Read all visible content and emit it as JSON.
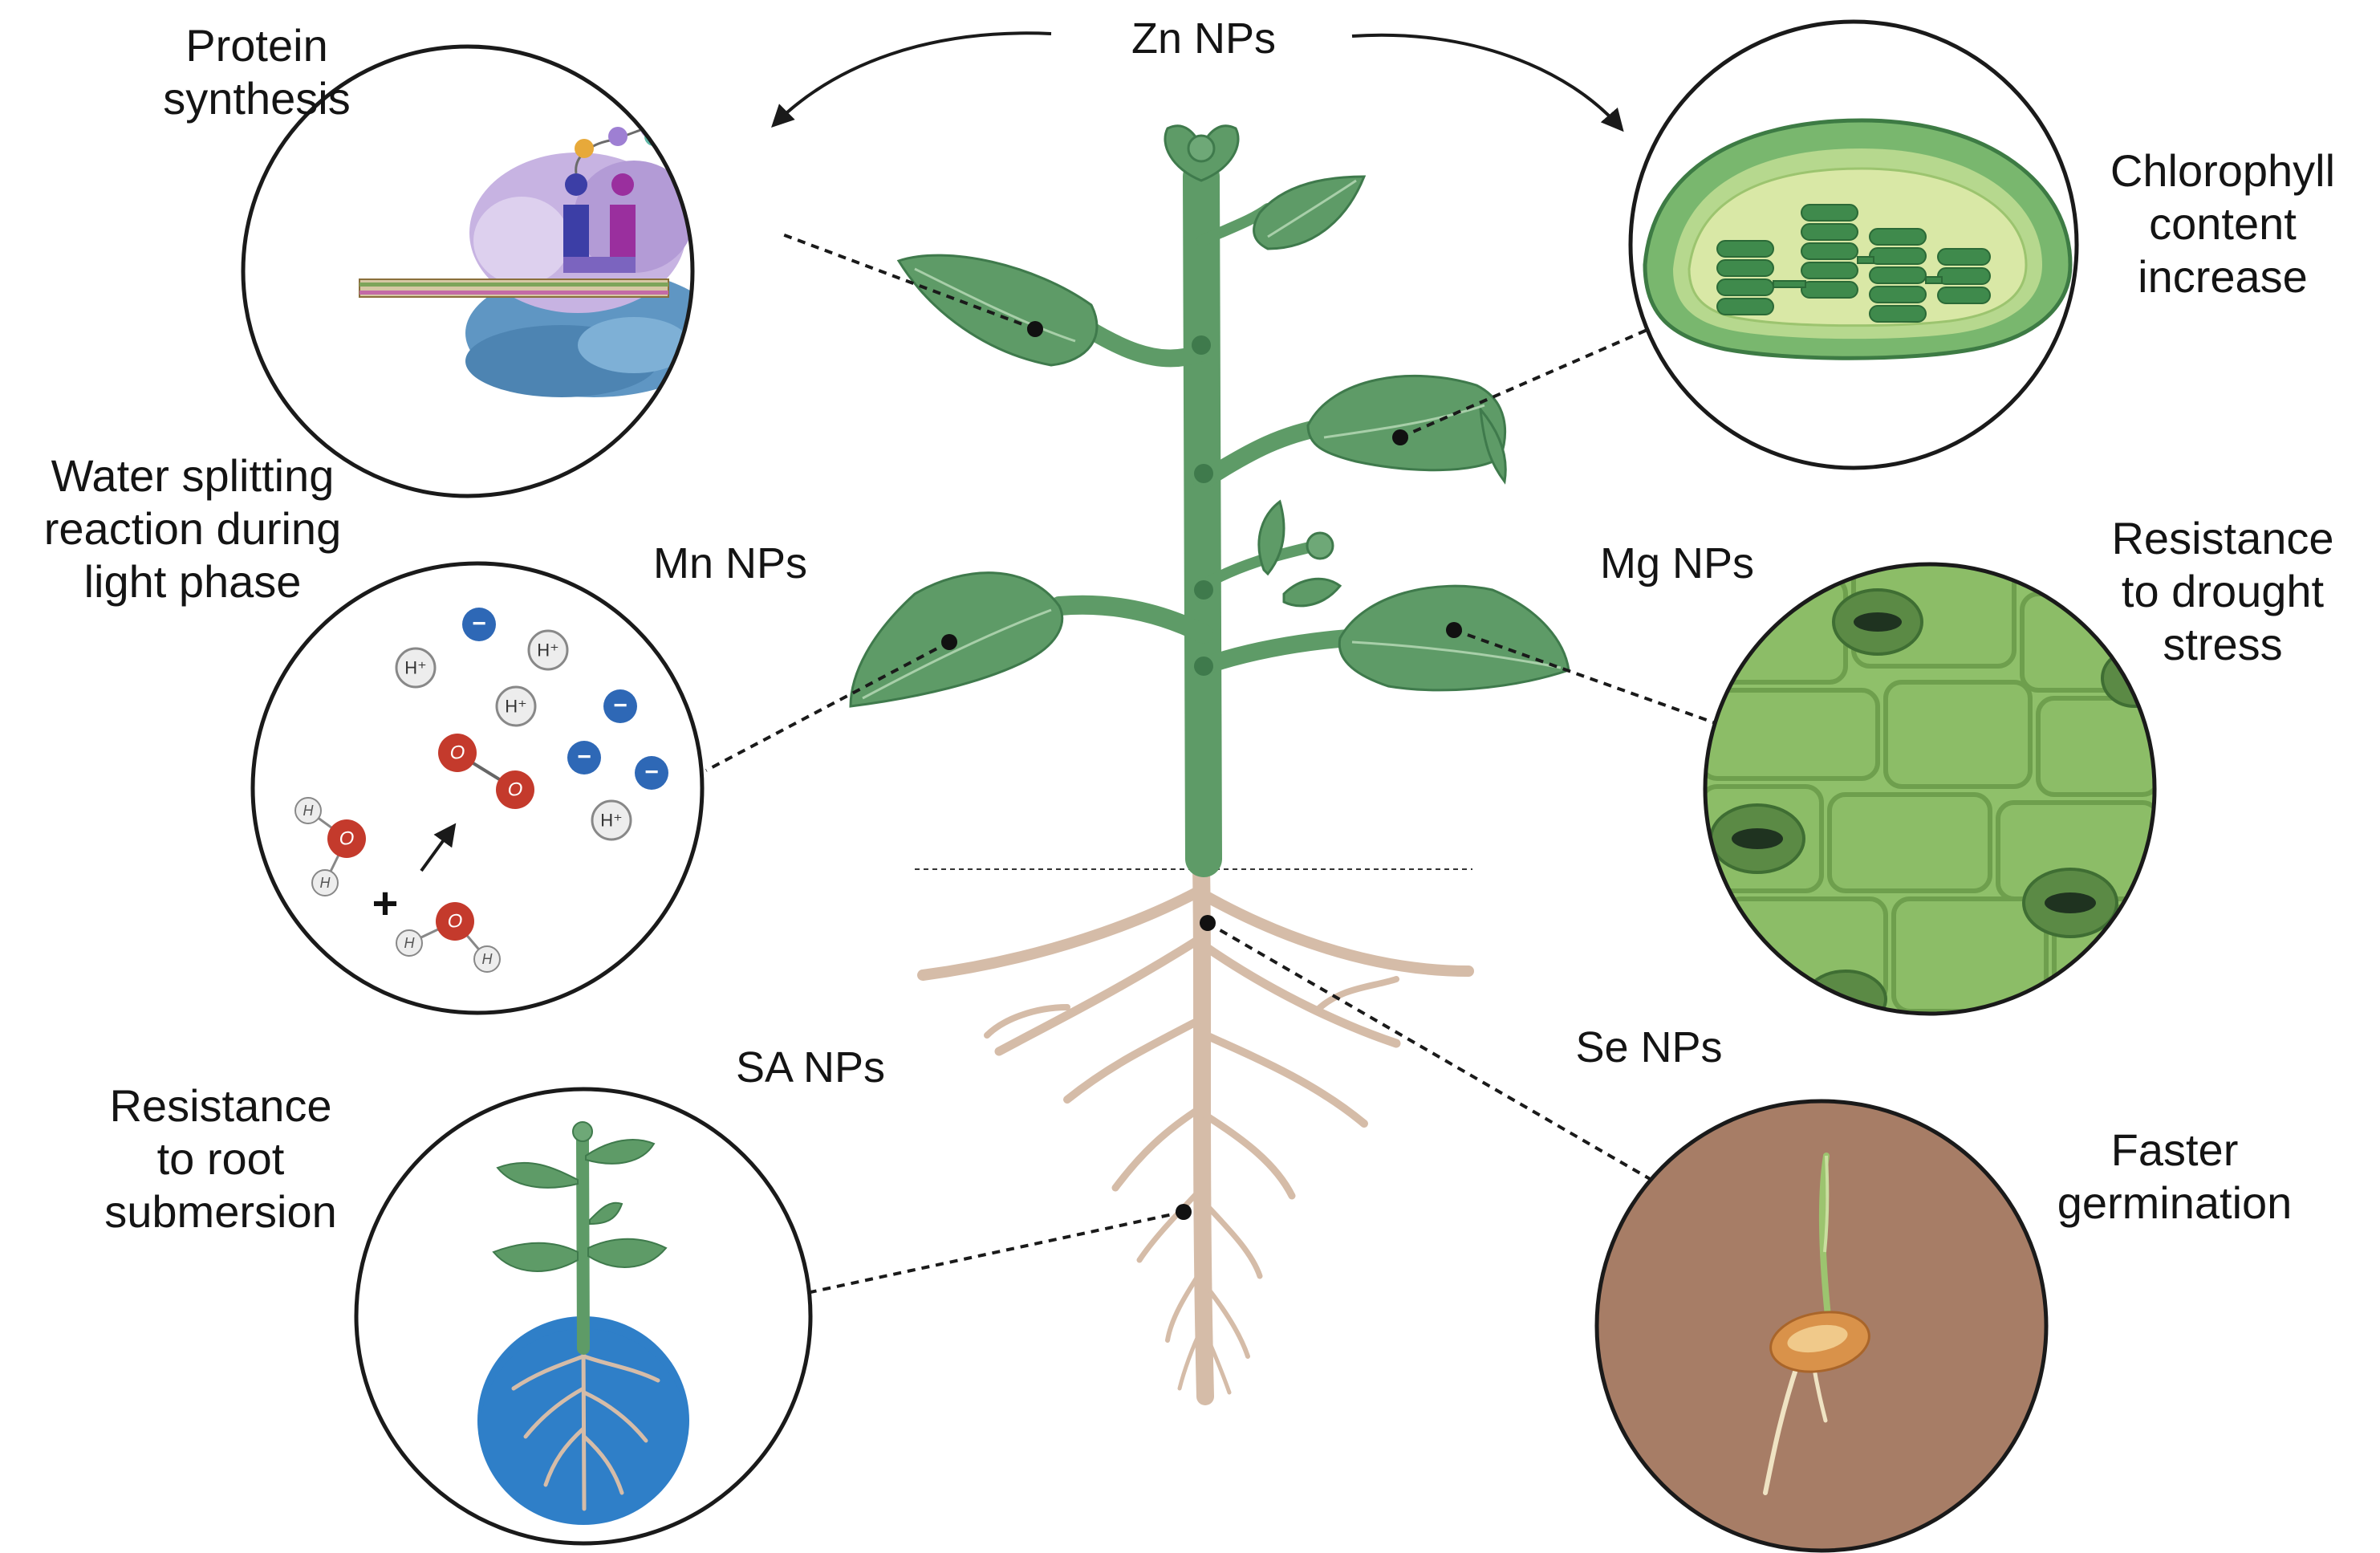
{
  "nanoparticles": {
    "zn": "Zn NPs",
    "mn": "Mn NPs",
    "mg": "Mg NPs",
    "sa": "SA NPs",
    "se": "Se NPs"
  },
  "effects": {
    "protein_synthesis": [
      "Protein",
      "synthesis"
    ],
    "chlorophyll": [
      "Chlorophyll",
      "content",
      "increase"
    ],
    "water_splitting": [
      "Water splitting",
      "reaction during",
      "light phase"
    ],
    "drought": [
      "Resistance",
      "to drought",
      "stress"
    ],
    "root_submersion": [
      "Resistance",
      "to root",
      "submersion"
    ],
    "germination": [
      "Faster",
      "germination"
    ]
  },
  "molecule_labels": {
    "proton": "H⁺",
    "electron": "−",
    "oxygen": "O",
    "hydrogen": "H",
    "plus": "+"
  },
  "colors": {
    "plant_green": "#5e9b67",
    "plant_dark": "#3f7a4c",
    "root": "#d5bca8",
    "water_blue": "#2f7fc8",
    "soil_brown": "#a77d66",
    "electron_blue": "#2e68b6",
    "oxygen_red": "#c43a2c"
  }
}
